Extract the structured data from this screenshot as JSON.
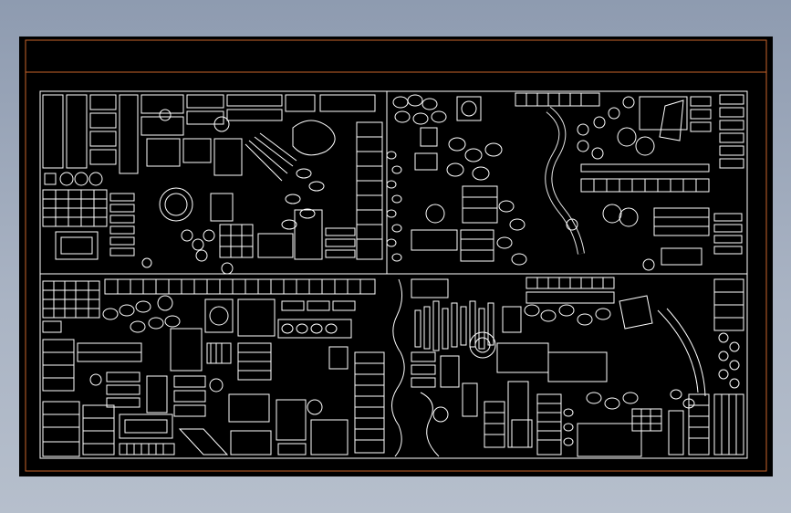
{
  "document": {
    "kind": "CAD landscape paving and planting block sheet",
    "title_block_text": "",
    "colors": {
      "background": "#000000",
      "linework": "#ffffff",
      "frame": "#c8642a",
      "viewport_outer": "#8e9bb0"
    }
  },
  "sections": [
    {
      "name": "paving-blocks-left",
      "description_shown": ""
    },
    {
      "name": "planting-symbols-right",
      "description_shown": ""
    }
  ]
}
